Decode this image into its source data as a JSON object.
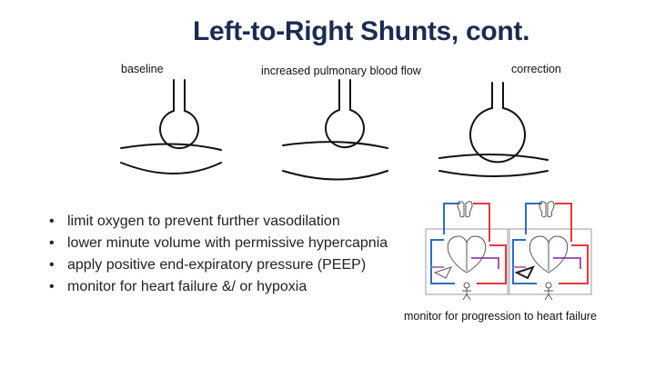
{
  "title": "Left-to-Right Shunts, cont.",
  "panels": [
    {
      "label": "baseline"
    },
    {
      "label": "increased pulmonary blood flow"
    },
    {
      "label": "correction"
    }
  ],
  "bullets": [
    "limit oxygen to prevent further vasodilation",
    "lower minute volume with permissive hypercapnia",
    "apply positive end-expiratory pressure (PEEP)",
    "monitor for heart failure &/ or hypoxia"
  ],
  "bullet_glyph": "•",
  "caption": "monitor for progression to heart failure",
  "colors": {
    "title": "#1d2b4f",
    "arterial": "#e0393e",
    "venous": "#2f6fb7",
    "mixed": "#9b59b6"
  }
}
